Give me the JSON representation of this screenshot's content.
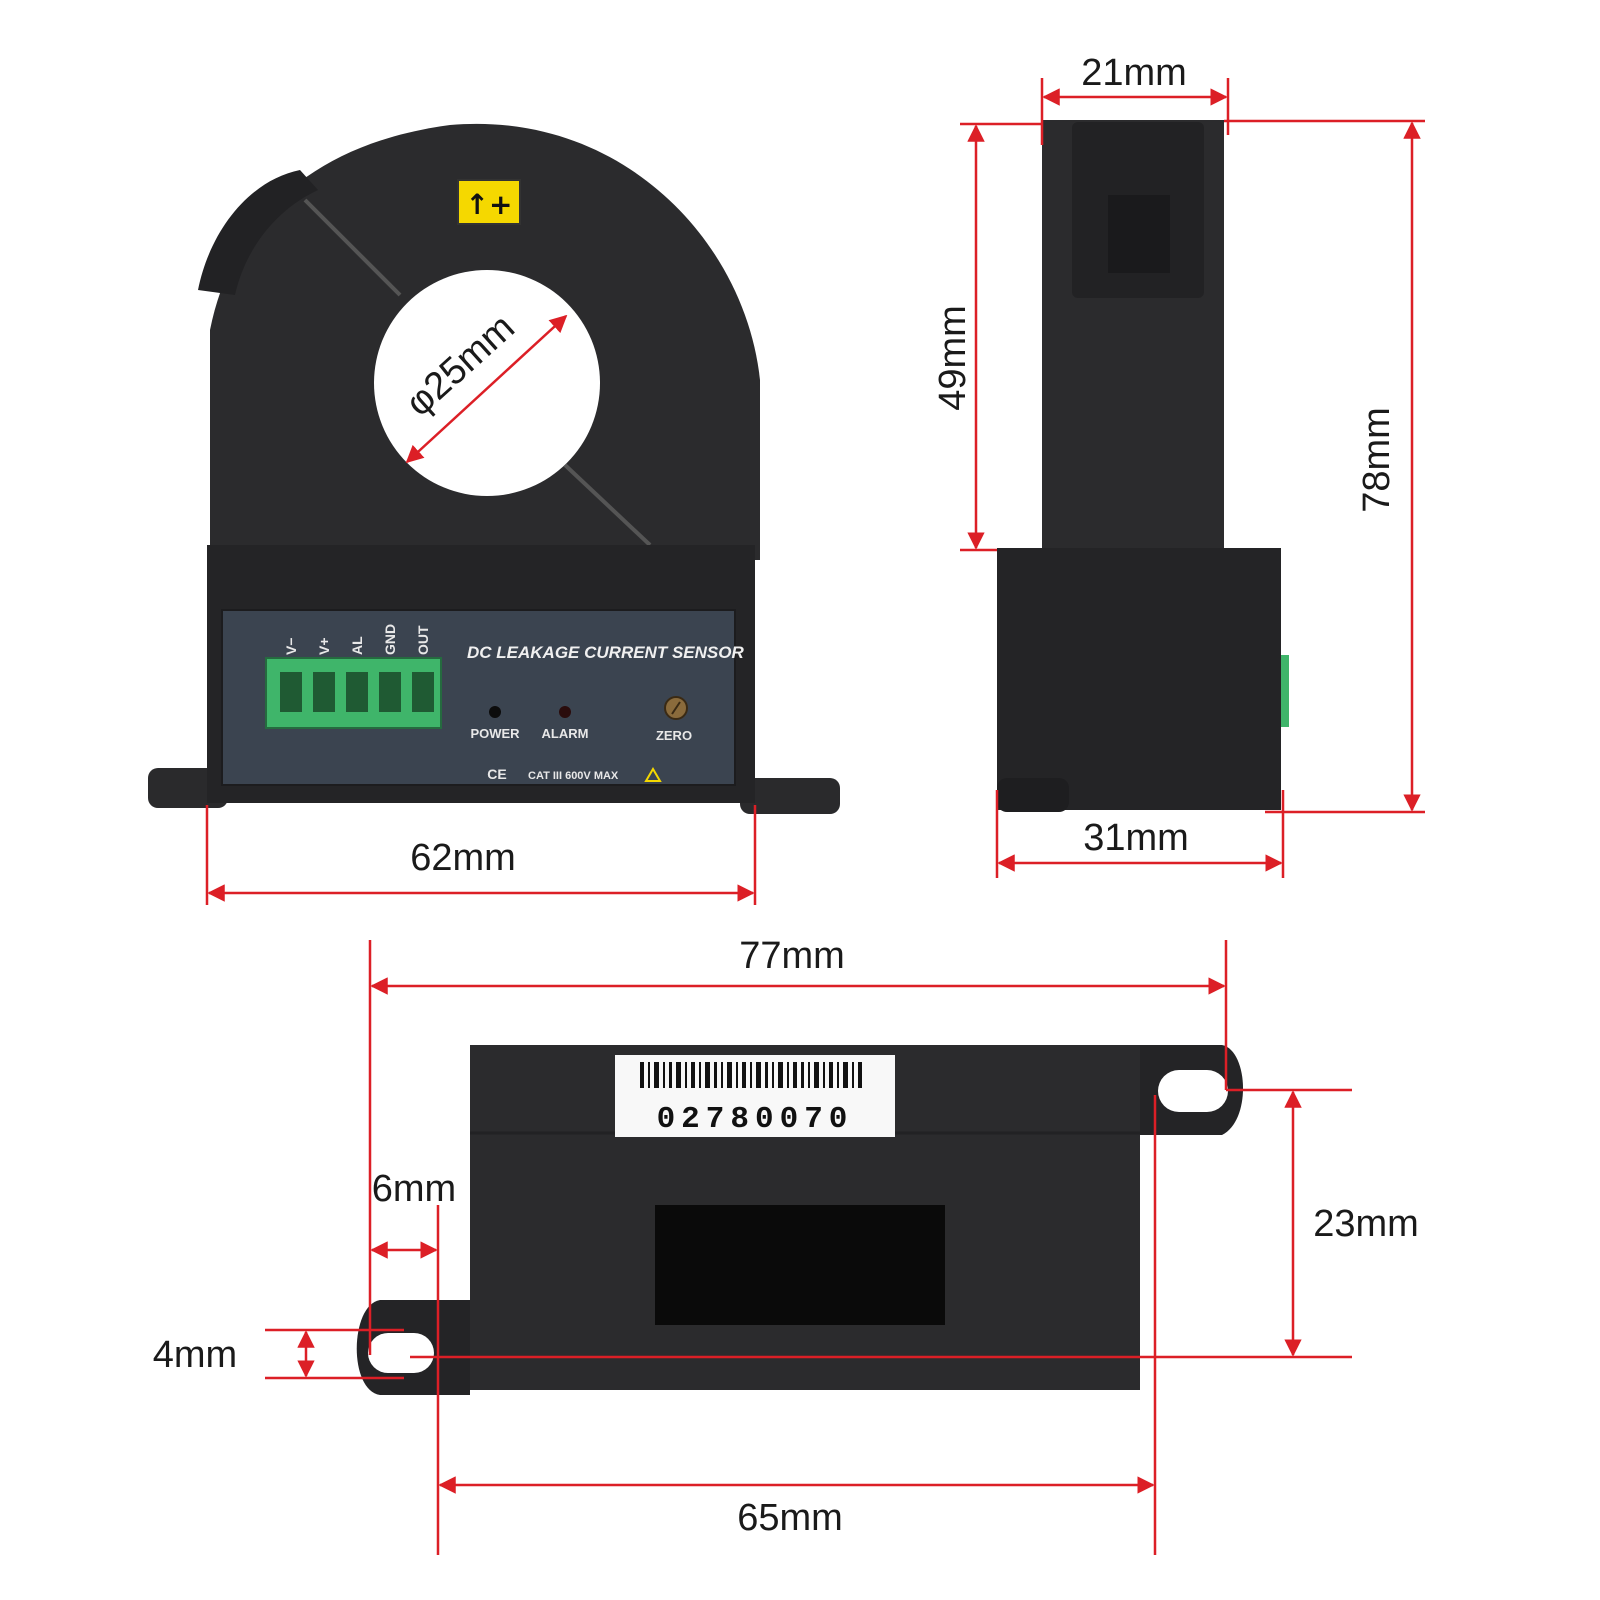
{
  "colors": {
    "body": "#2b2b2d",
    "body_dark": "#1e1e20",
    "panel": "#3b4450",
    "terminal": "#3fb56a",
    "dimension": "#dc1f26",
    "warning": "#f5d800"
  },
  "front_view": {
    "polarity_label": "↑+",
    "hole_dimension": "φ25mm",
    "terminal_labels": [
      "V−",
      "V+",
      "AL",
      "GND",
      "OUT"
    ],
    "product_title": "DC LEAKAGE CURRENT SENSOR",
    "power_label": "POWER",
    "alarm_label": "ALARM",
    "zero_label": "ZERO",
    "ce_mark": "CE",
    "rating": "CAT III 600V MAX",
    "width_dimension": "62mm"
  },
  "side_view": {
    "top_width_dimension": "21mm",
    "upper_height_dimension": "49mm",
    "total_height_dimension": "78mm",
    "base_width_dimension": "31mm"
  },
  "bottom_view": {
    "barcode_number": "02780070",
    "overall_length_dimension": "77mm",
    "hole_spacing_dimension": "65mm",
    "hole_offset_dimension": "6mm",
    "hole_size_dimension": "4mm",
    "hole_to_hole_height_dimension": "23mm"
  }
}
